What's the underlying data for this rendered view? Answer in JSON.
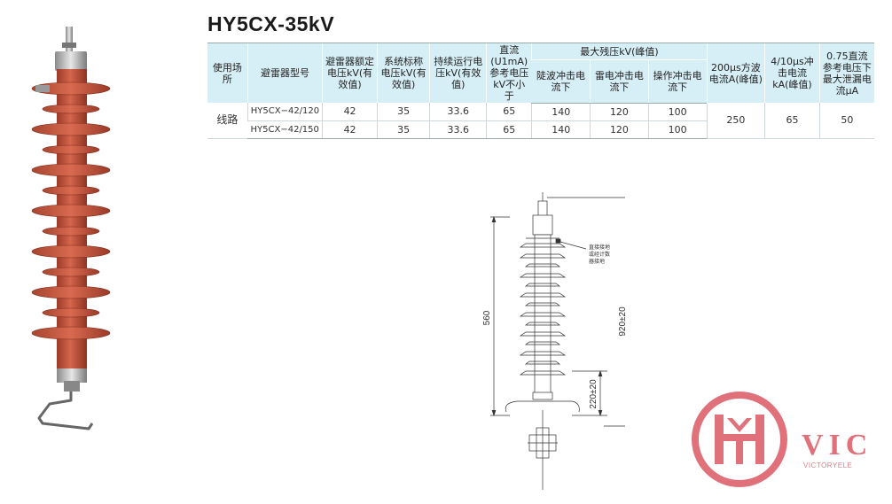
{
  "title": "HY5CX-35kV",
  "table": {
    "headers": {
      "usage": "使用场所",
      "model": "避雷器型号",
      "rated_voltage": "避雷器额定电压kV(有效值)",
      "system_voltage": "系统标称电压kV(有效值)",
      "continuous_voltage": "持续运行电压kV(有效值)",
      "dc_reference": "直流(U1mA)参考电压kV不小于",
      "residual_group": "最大残压kV(峰值)",
      "steep_wave": "陡波冲击电流下",
      "lightning": "雷电冲击电流下",
      "switching": "操作冲击电流下",
      "square_wave": "200μs方波电流A(峰值)",
      "impulse_current": "4/10μs冲击电流kA(峰值)",
      "leakage": "0.75直流参考电压下最大泄漏电流μA"
    },
    "usage": "线路",
    "rows": [
      {
        "model": "HY5CX−42/120",
        "rated": "42",
        "system": "35",
        "continuous": "33.6",
        "dc": "65",
        "steep": "140",
        "lightning": "120",
        "switching": "100"
      },
      {
        "model": "HY5CX−42/150",
        "rated": "42",
        "system": "35",
        "continuous": "33.6",
        "dc": "65",
        "steep": "140",
        "lightning": "120",
        "switching": "100"
      }
    ],
    "shared": {
      "square_wave": "250",
      "impulse_current": "65",
      "leakage": "50"
    }
  },
  "drawing": {
    "dim_left": "560",
    "dim_right": "920±20",
    "dim_bottom": "220±20",
    "annotation": [
      "直接接地",
      "或经计数",
      "器接地"
    ]
  },
  "logo": {
    "text": "VIC",
    "sub": "VICTORYELE"
  },
  "colors": {
    "insulator": "#c0513a",
    "header_bg": "#d6eef5",
    "logo": "#e0707a"
  }
}
